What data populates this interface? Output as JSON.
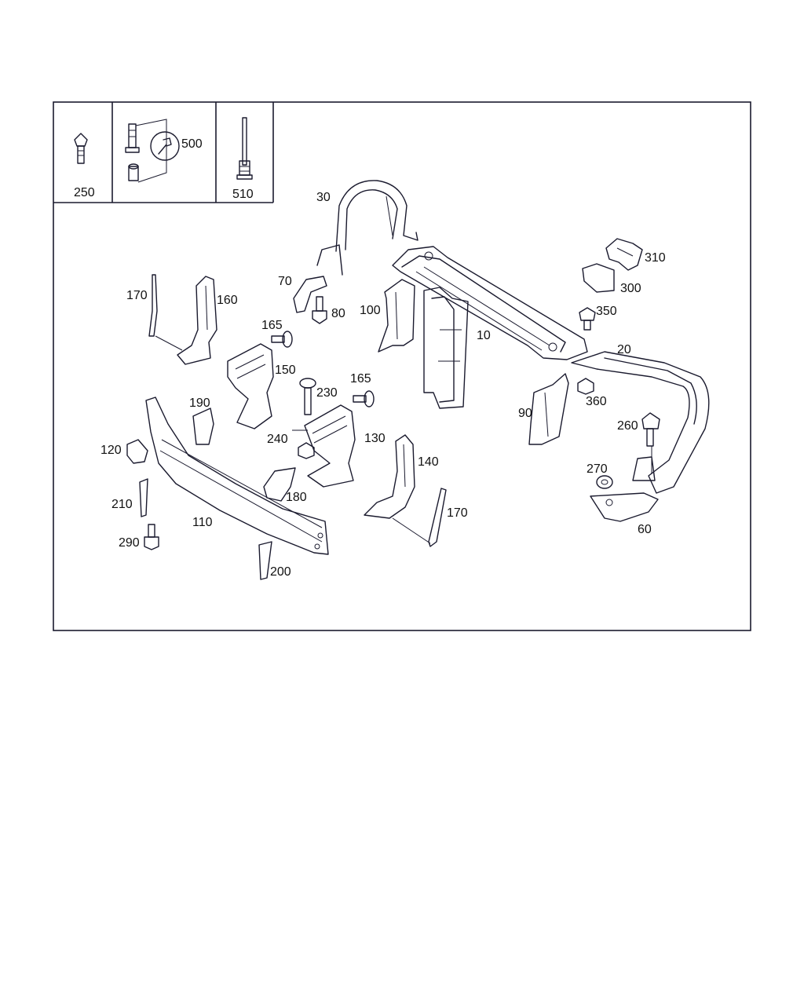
{
  "legend": {
    "cells": [
      {
        "label": "250"
      },
      {
        "label": "500"
      },
      {
        "label": "510"
      }
    ]
  },
  "callouts": [
    "30",
    "70",
    "80",
    "100",
    "10",
    "310",
    "300",
    "350",
    "20",
    "170",
    "160",
    "165",
    "150",
    "230",
    "165",
    "360",
    "90",
    "260",
    "190",
    "240",
    "130",
    "120",
    "140",
    "270",
    "210",
    "180",
    "170",
    "110",
    "60",
    "290",
    "200"
  ],
  "colors": {
    "line": "#1a1a2e",
    "background": "#ffffff"
  }
}
